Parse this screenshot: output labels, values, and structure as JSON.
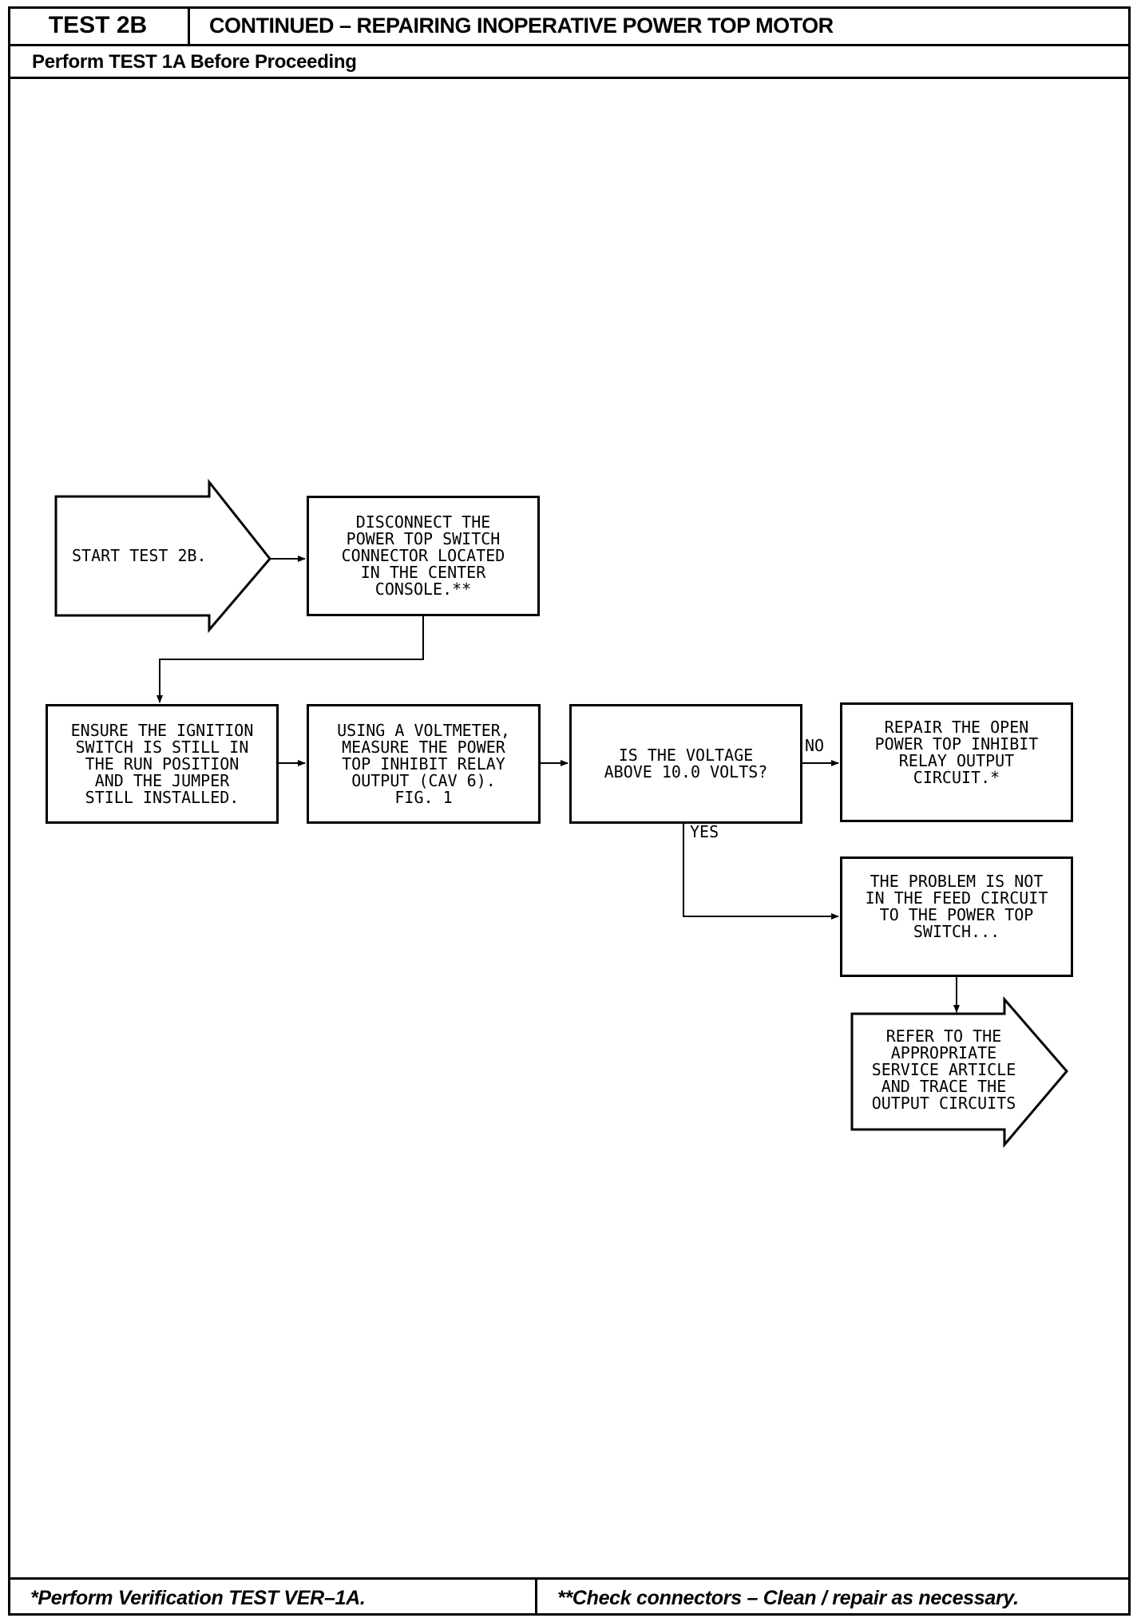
{
  "header": {
    "test_id": "TEST 2B",
    "title": "CONTINUED – REPAIRING INOPERATIVE POWER TOP MOTOR",
    "subtitle": "Perform TEST 1A Before Proceeding"
  },
  "flowchart": {
    "start": "START TEST 2B.",
    "disconnect": "DISCONNECT THE\nPOWER TOP SWITCH\nCONNECTOR LOCATED\nIN THE CENTER\nCONSOLE.**",
    "ensure": "ENSURE THE IGNITION\nSWITCH IS STILL IN\nTHE RUN POSITION\nAND THE JUMPER\nSTILL INSTALLED.",
    "measure": "USING A VOLTMETER,\nMEASURE THE POWER\nTOP INHIBIT RELAY\nOUTPUT (CAV 6).\nFIG. 1",
    "question": "IS THE VOLTAGE\nABOVE 10.0 VOLTS?",
    "no_label": "NO",
    "yes_label": "YES",
    "repair": "REPAIR THE OPEN\nPOWER TOP INHIBIT\nRELAY OUTPUT\nCIRCUIT.*",
    "problem": "THE PROBLEM IS NOT\nIN THE FEED CIRCUIT\nTO THE POWER TOP\nSWITCH...",
    "refer": "REFER TO THE\nAPPROPRIATE\nSERVICE ARTICLE\nAND TRACE THE\nOUTPUT CIRCUITS"
  },
  "footer": {
    "left_note": "*Perform Verification TEST VER–1A.",
    "right_note": "**Check connectors – Clean / repair as necessary."
  }
}
